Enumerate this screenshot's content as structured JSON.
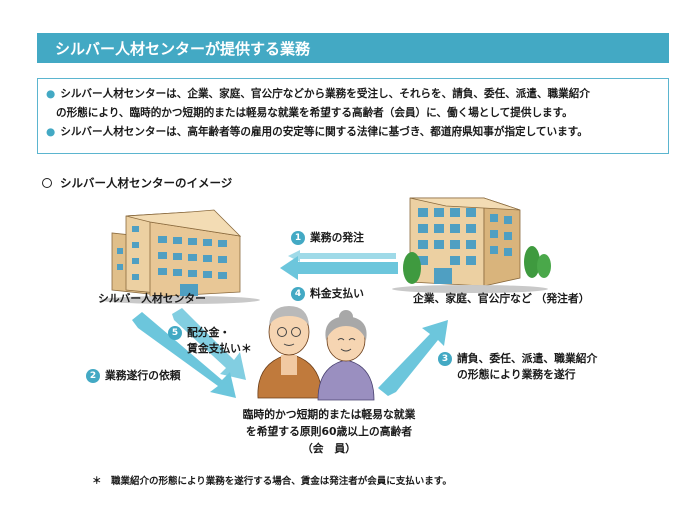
{
  "title": "シルバー人材センターが提供する業務",
  "info": {
    "line1a": "シルバー人材センターは、企業、家庭、官公庁などから業務を受注し、それらを、請負、委任、派遣、職業紹介",
    "line1b": "の形態により、臨時的かつ短期的または軽易な就業を希望する高齢者（会員）に、働く場として提供します。",
    "line2": "シルバー人材センターは、高年齢者等の雇用の安定等に関する法律に基づき、都道府県知事が指定しています。"
  },
  "subheading": "シルバー人材センターのイメージ",
  "diagram": {
    "center_label": "シルバー人材センター",
    "client_label": "企業、家庭、官公庁など （発注者）",
    "step1": {
      "num": "1",
      "text": "業務の発注"
    },
    "step2": {
      "num": "2",
      "text": "業務遂行の依頼"
    },
    "step3": {
      "num": "3",
      "line1": "請負、委任、派遣、職業紹介",
      "line2": "の形態により業務を遂行"
    },
    "step4": {
      "num": "4",
      "text": "料金支払い"
    },
    "step5": {
      "num": "5",
      "line1": "配分金・",
      "line2": "賃金支払い＊"
    },
    "members": {
      "line1": "臨時的かつ短期的または軽易な就業",
      "line2": "を希望する原則60歳以上の高齢者",
      "line3": "（会　員）"
    }
  },
  "footnote": "＊　職業紹介の形態により業務を遂行する場合、賃金は発注者が会員に支払います。",
  "colors": {
    "accent": "#43a9c4",
    "arrow": "#6cc6dc",
    "building": "#e8c796",
    "window": "#4f9fc2",
    "tree": "#3f9a3f"
  }
}
